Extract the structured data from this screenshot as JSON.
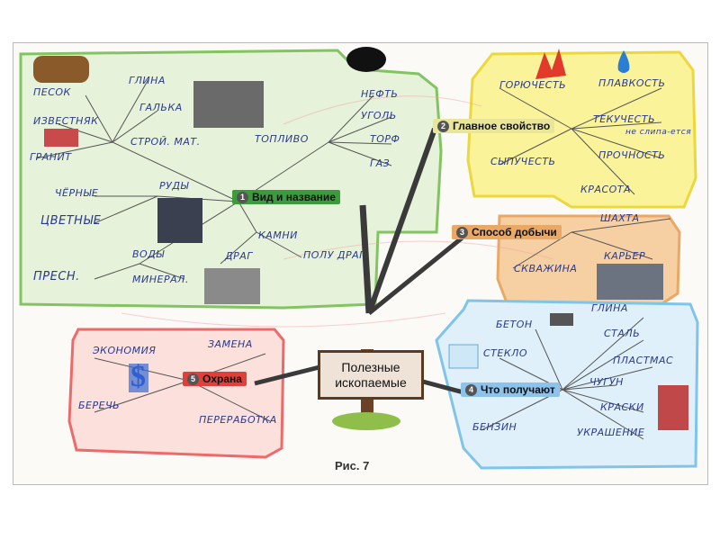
{
  "center": {
    "line1": "Полезные",
    "line2": "ископаемые"
  },
  "caption": "Рис. 7",
  "branches": [
    {
      "id": "b1",
      "number": "1",
      "title": "Вид и название",
      "color": "#3c9b3c",
      "labels": [
        "ПЕСОК",
        "ГЛИНА",
        "ГАЛЬКА",
        "ИЗВЕСТНЯК",
        "СТРОЙ. МАТ.",
        "ГРАНИТ",
        "ТОПЛИВО",
        "НЕФТЬ",
        "УГОЛЬ",
        "ТОРФ",
        "ГАЗ",
        "РУДЫ",
        "ЧЁРНЫЕ",
        "ЦВЕТНЫЕ",
        "ВОДЫ",
        "ПРЕСН.",
        "МИНЕРАЛ.",
        "ДРАГ",
        "КАМНИ",
        "ПОЛУ ДРАГ"
      ]
    },
    {
      "id": "b2",
      "number": "2",
      "title": "Главное свойство",
      "color": "#e6c200",
      "labels": [
        "ГОРЮЧЕСТЬ",
        "ПЛАВКОСТЬ",
        "ТЕКУЧЕСТЬ",
        "не слипа-ется",
        "СЫПУЧЕСТЬ",
        "ПРОЧНОСТЬ",
        "КРАСОТА"
      ]
    },
    {
      "id": "b3",
      "number": "3",
      "title": "Способ добычи",
      "color": "#e07a2a",
      "labels": [
        "ШАХТА",
        "КАРЬЕР",
        "СКВАЖИНА"
      ]
    },
    {
      "id": "b4",
      "number": "4",
      "title": "Что получают",
      "color": "#4b8fd6",
      "labels": [
        "БЕТОН",
        "ГЛИНА",
        "СТАЛЬ",
        "СТЕКЛО",
        "ПЛАСТМАС",
        "ЧУГУН",
        "КРАСКИ",
        "БЕНЗИН",
        "УКРАШЕНИЕ"
      ]
    },
    {
      "id": "b5",
      "number": "5",
      "title": "Охрана",
      "color": "#e0403a",
      "labels": [
        "ЭКОНОМИЯ",
        "ЗАМЕНА",
        "БЕРЕЧЬ",
        "ПЕРЕРАБОТКА"
      ]
    }
  ],
  "colors": {
    "green": "#3c9b3c",
    "yellow": "#f2e232",
    "orange": "#e9a866",
    "blue": "#7fc4ea",
    "red": "#ec6a6a",
    "ink": "#2b3a8c"
  }
}
